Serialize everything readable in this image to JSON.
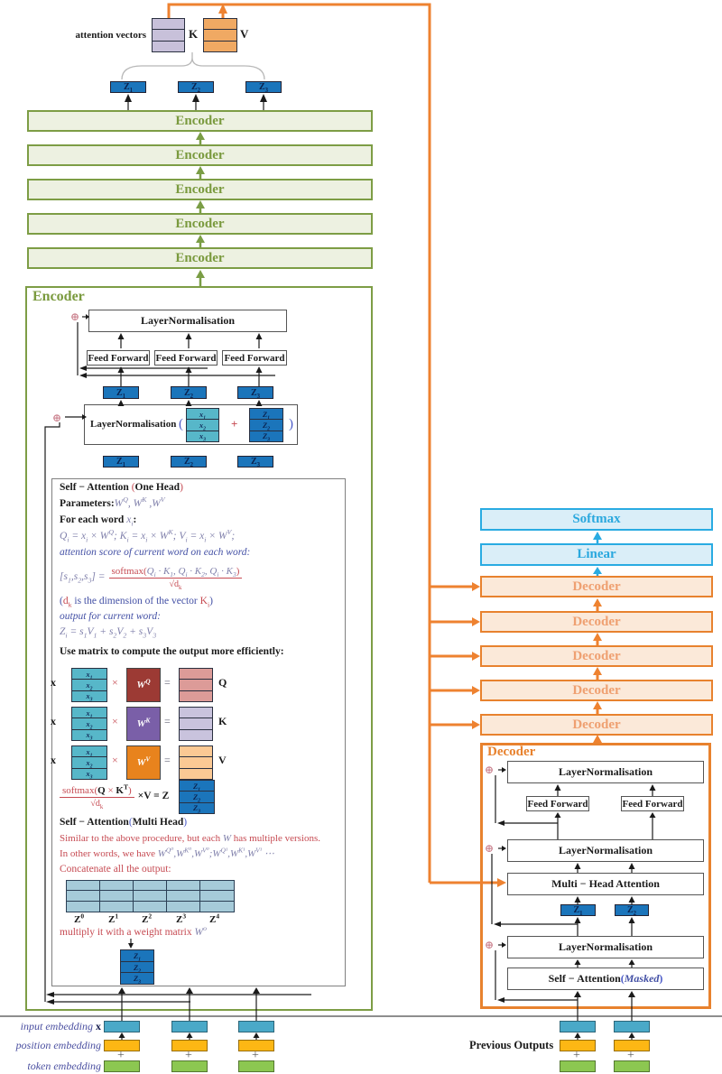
{
  "colors": {
    "encoder_green": "#7d9d45",
    "encoder_fill": "#edf1e1",
    "encoder_text": "#7a9a3e",
    "decoder_orange": "#e8822e",
    "decoder_fill": "#fbe9d9",
    "decoder_text": "#efa071",
    "cyan": "#29abe2",
    "cyan_fill": "#daeef8",
    "orange_line": "#ee8230",
    "z_blue": "#1b75bb",
    "teal": "#57b7c9",
    "k_purple": "#c8c1da",
    "v_orange": "#f0a963",
    "wq_red": "#9c3a34",
    "wk_purple": "#7a5fa8",
    "wv_orange": "#e8831d",
    "q_pink": "#dc9b98",
    "k_lavender": "#c9c3dd",
    "v_peach": "#fbc994",
    "table_blue": "#a6cbd9",
    "embed_blue": "#4aa9c8",
    "embed_yellow": "#fdb714",
    "embed_green": "#8cc751",
    "math_purple": "#8080ab",
    "text_red": "#c64a52",
    "text_blue": "#4350a5"
  },
  "symbols": {
    "oplus": "⊕",
    "plus": "+",
    "open_paren": "(",
    "close_paren": ")"
  },
  "top": {
    "attention_label": "attention vectors",
    "k_label": "K",
    "v_label": "V"
  },
  "x_units": [
    [
      {
        "t": "x",
        "sub": "1"
      }
    ],
    [
      {
        "t": "x",
        "sub": "2"
      }
    ],
    [
      {
        "t": "x",
        "sub": "3"
      }
    ]
  ],
  "z_units": [
    [
      {
        "t": "Z",
        "sub": "1"
      }
    ],
    [
      {
        "t": "Z",
        "sub": "2"
      }
    ],
    [
      {
        "t": "Z",
        "sub": "3"
      }
    ]
  ],
  "encoder_stack": [
    "Encoder",
    "Encoder",
    "Encoder",
    "Encoder",
    "Encoder"
  ],
  "encoder_detail": {
    "title": "Encoder",
    "layernorm": "LayerNormalisation",
    "feed_forward": [
      "Feed Forward",
      "Feed Forward",
      "Feed Forward"
    ]
  },
  "panel": {
    "l1": [
      {
        "t": "Self − Attention ",
        "c": "bb"
      },
      {
        "t": "(",
        "c": "red"
      },
      {
        "t": "One Head",
        "c": "bb"
      },
      {
        "t": ")",
        "c": "red"
      }
    ],
    "l2": [
      {
        "t": "Parameters:",
        "c": "bb"
      },
      {
        "t": "W",
        "sup": "Q",
        "c": "m"
      },
      {
        "t": ", ",
        "c": "m"
      },
      {
        "t": "W",
        "sup": "K",
        "c": "m"
      },
      {
        "t": " ,",
        "c": "m"
      },
      {
        "t": "W",
        "sup": "V",
        "c": "m"
      }
    ],
    "l3": [
      {
        "t": "For each word ",
        "c": "bb"
      },
      {
        "t": "x",
        "sub": "i",
        "c": "m"
      },
      {
        "t": ":",
        "c": "bb"
      }
    ],
    "l4": [
      {
        "t": "Q",
        "sub": "i",
        "c": "m"
      },
      {
        "t": " = ",
        "c": "m"
      },
      {
        "t": "x",
        "sub": "i",
        "c": "m"
      },
      {
        "t": " × ",
        "c": "m"
      },
      {
        "t": "W",
        "sup": "Q",
        "c": "m"
      },
      {
        "t": ";  ",
        "c": "m"
      },
      {
        "t": "K",
        "sub": "i",
        "c": "m"
      },
      {
        "t": " = ",
        "c": "m"
      },
      {
        "t": "x",
        "sub": "i",
        "c": "m"
      },
      {
        "t": " × ",
        "c": "m"
      },
      {
        "t": "W",
        "sup": "K",
        "c": "m"
      },
      {
        "t": ";  ",
        "c": "m"
      },
      {
        "t": "V",
        "sub": "i",
        "c": "m"
      },
      {
        "t": " = ",
        "c": "m"
      },
      {
        "t": "x",
        "sub": "i",
        "c": "m"
      },
      {
        "t": " × ",
        "c": "m"
      },
      {
        "t": "W",
        "sup": "V",
        "c": "m"
      },
      {
        "t": ";",
        "c": "m"
      }
    ],
    "l5": [
      {
        "t": "attention score of current word on each word:",
        "c": "blue"
      }
    ],
    "frac1": {
      "lhs": [
        {
          "t": "[",
          "c": "m"
        },
        {
          "t": "s",
          "sub": "1",
          "c": "m"
        },
        {
          "t": ",",
          "c": "m"
        },
        {
          "t": "s",
          "sub": "2",
          "c": "m"
        },
        {
          "t": ",",
          "c": "m"
        },
        {
          "t": "s",
          "sub": "3",
          "c": "m"
        },
        {
          "t": "] = ",
          "c": "m"
        }
      ],
      "num": [
        {
          "t": "softmax",
          "c": "red"
        },
        {
          "t": "(",
          "c": "red"
        },
        {
          "t": "Q",
          "sub": "i",
          "c": "m"
        },
        {
          "t": " · ",
          "c": "m"
        },
        {
          "t": "K",
          "sub": "1",
          "c": "m"
        },
        {
          "t": ", ",
          "c": "m"
        },
        {
          "t": "Q",
          "sub": "i",
          "c": "m"
        },
        {
          "t": " · ",
          "c": "m"
        },
        {
          "t": "K",
          "sub": "2",
          "c": "m"
        },
        {
          "t": ", ",
          "c": "m"
        },
        {
          "t": "Q",
          "sub": "i",
          "c": "m"
        },
        {
          "t": " · ",
          "c": "m"
        },
        {
          "t": "K",
          "sub": "3",
          "c": "m"
        },
        {
          "t": ")",
          "c": "red"
        }
      ],
      "den": [
        {
          "t": "√",
          "c": "red"
        },
        {
          "t": "d",
          "sub": "k",
          "c": "red"
        }
      ]
    },
    "l6": [
      {
        "t": "(",
        "c": "blu"
      },
      {
        "t": "d",
        "sub": "k",
        "c": "red"
      },
      {
        "t": " is the dimension of the vector ",
        "c": "blu"
      },
      {
        "t": "K",
        "sub": "i",
        "c": "red"
      },
      {
        "t": ")",
        "c": "blu"
      }
    ],
    "l7": [
      {
        "t": "output for current word:",
        "c": "blue"
      }
    ],
    "l8": [
      {
        "t": "Z",
        "sub": "i",
        "c": "m"
      },
      {
        "t": " = ",
        "c": "m"
      },
      {
        "t": "s",
        "sub": "1",
        "c": "m"
      },
      {
        "t": "V",
        "sub": "1",
        "c": "m"
      },
      {
        "t": " + ",
        "c": "m"
      },
      {
        "t": "s",
        "sub": "2",
        "c": "m"
      },
      {
        "t": "V",
        "sub": "2",
        "c": "m"
      },
      {
        "t": " + ",
        "c": "m"
      },
      {
        "t": "s",
        "sub": "3",
        "c": "m"
      },
      {
        "t": "V",
        "sub": "3",
        "c": "m"
      }
    ],
    "l9": [
      {
        "t": "Use matrix to compute the output more efficiently:",
        "c": "bb"
      }
    ],
    "xlbl": "x",
    "times": "×",
    "eq": "=",
    "wq": [
      {
        "t": "W",
        "sup": "Q"
      }
    ],
    "wk": [
      {
        "t": "W",
        "sup": "K"
      }
    ],
    "wv": [
      {
        "t": "W",
        "sup": "V"
      }
    ],
    "mrows": [
      {
        "out": "Q"
      },
      {
        "out": "K"
      },
      {
        "out": "V"
      }
    ],
    "frac2": {
      "num": [
        {
          "t": "softmax",
          "c": "red"
        },
        {
          "t": "(",
          "c": "red"
        },
        {
          "t": "Q",
          "c": "bb"
        },
        {
          "t": " × ",
          "c": "red"
        },
        {
          "t": "K",
          "sup": "T",
          "c": "bb"
        },
        {
          "t": ")",
          "c": "red"
        }
      ],
      "den": [
        {
          "t": "√",
          "c": "red"
        },
        {
          "t": "d",
          "sub": "k",
          "c": "red"
        }
      ],
      "rhs": [
        {
          "t": "×",
          "c": "bb"
        },
        {
          "t": "V",
          "c": "bb"
        },
        {
          "t": " = ",
          "c": "bb"
        },
        {
          "t": "Z",
          "c": "bb"
        }
      ]
    },
    "m1": [
      {
        "t": "Self − Attention",
        "c": "bb"
      },
      {
        "t": "(",
        "c": "blue2"
      },
      {
        "t": "Multi Head",
        "c": "bb"
      },
      {
        "t": ")",
        "c": "blue2"
      }
    ],
    "m2": [
      {
        "t": "Similar to the above procedure, but each ",
        "c": "red"
      },
      {
        "t": "W",
        "c": "m"
      },
      {
        "t": " has multiple versions.",
        "c": "red"
      }
    ],
    "m3": [
      {
        "t": "In other words, we have ",
        "c": "red"
      },
      {
        "t": "W",
        "sup": "Q⁰",
        "c": "m"
      },
      {
        "t": ",",
        "c": "m"
      },
      {
        "t": "W",
        "sup": "K⁰",
        "c": "m"
      },
      {
        "t": ",",
        "c": "m"
      },
      {
        "t": "W",
        "sup": "V⁰",
        "c": "m"
      },
      {
        "t": ";",
        "c": "m"
      },
      {
        "t": "W",
        "sup": "Q¹",
        "c": "m"
      },
      {
        "t": ",",
        "c": "m"
      },
      {
        "t": "W",
        "sup": "K¹",
        "c": "m"
      },
      {
        "t": ",",
        "c": "m"
      },
      {
        "t": "W",
        "sup": "V¹",
        "c": "m"
      },
      {
        "t": " ⋯",
        "c": "m"
      }
    ],
    "m4": [
      {
        "t": "Concatenate all the output:",
        "c": "red"
      }
    ],
    "ztags": [
      [
        {
          "t": "Z",
          "sup": "0",
          "c": "bb"
        }
      ],
      [
        {
          "t": "Z",
          "sup": "1",
          "c": "bb"
        }
      ],
      [
        {
          "t": "Z",
          "sup": "2",
          "c": "bb"
        }
      ],
      [
        {
          "t": "Z",
          "sup": "3",
          "c": "bb"
        }
      ],
      [
        {
          "t": "Z",
          "sup": "4",
          "c": "bb"
        }
      ]
    ],
    "m5": [
      {
        "t": "multiply it with a weight matrix ",
        "c": "red"
      },
      {
        "t": "W",
        "sup": "o",
        "c": "m"
      }
    ]
  },
  "right": {
    "softmax": "Softmax",
    "linear": "Linear",
    "decoders": [
      "Decoder",
      "Decoder",
      "Decoder",
      "Decoder",
      "Decoder"
    ]
  },
  "decoder_detail": {
    "title": "Decoder",
    "layernorm": [
      "LayerNormalisation",
      "LayerNormalisation",
      "LayerNormalisation"
    ],
    "feed_forward": [
      "Feed Forward",
      "Feed Forward"
    ],
    "mha": "Multi − Head Attention",
    "sa": [
      {
        "t": "Self − Attention",
        "c": "bb"
      },
      {
        "t": "(",
        "c": "blue2"
      },
      {
        "t": "Masked",
        "c": "bluei"
      },
      {
        "t": ")",
        "c": "blue2"
      }
    ]
  },
  "embeddings": {
    "input_label": [
      {
        "t": "input embedding ",
        "c": "emb"
      },
      {
        "t": "x",
        "c": "embx"
      }
    ],
    "position_label": [
      {
        "t": "position embedding",
        "c": "emb"
      }
    ],
    "token_label": [
      {
        "t": "token embedding",
        "c": "emb"
      }
    ],
    "previous_outputs": "Previous Outputs"
  }
}
